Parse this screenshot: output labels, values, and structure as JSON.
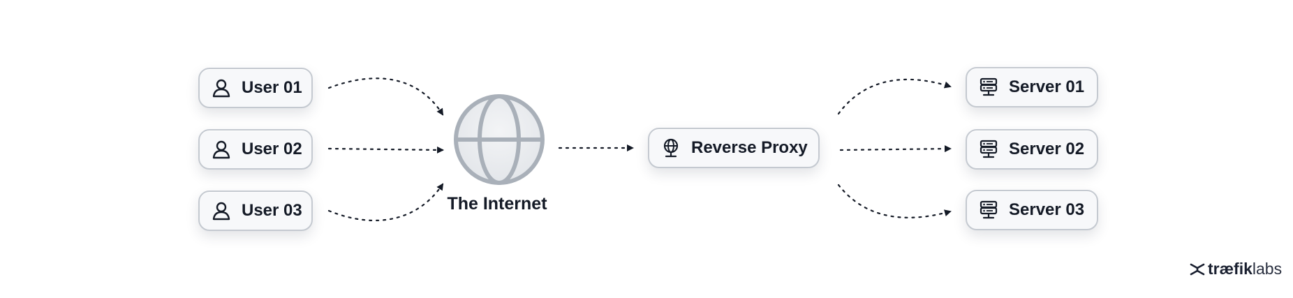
{
  "users": [
    {
      "label": "User 01",
      "icon": "user-icon"
    },
    {
      "label": "User 02",
      "icon": "user-icon"
    },
    {
      "label": "User 03",
      "icon": "user-icon"
    }
  ],
  "internet": {
    "label": "The Internet",
    "icon": "globe-icon"
  },
  "proxy": {
    "label": "Reverse Proxy",
    "icon": "globe-pin-icon"
  },
  "servers": [
    {
      "label": "Server 01",
      "icon": "server-icon"
    },
    {
      "label": "Server 02",
      "icon": "server-icon"
    },
    {
      "label": "Server 03",
      "icon": "server-icon"
    }
  ],
  "brand": {
    "name_bold": "træfik",
    "name_light": "labs",
    "icon": "traefik-logo-icon"
  },
  "colors": {
    "text": "#141a26",
    "border": "#c4c9d0",
    "node_bg": "#f7f8fa",
    "arrow": "#141a26",
    "globe": "#a9b0b9"
  }
}
